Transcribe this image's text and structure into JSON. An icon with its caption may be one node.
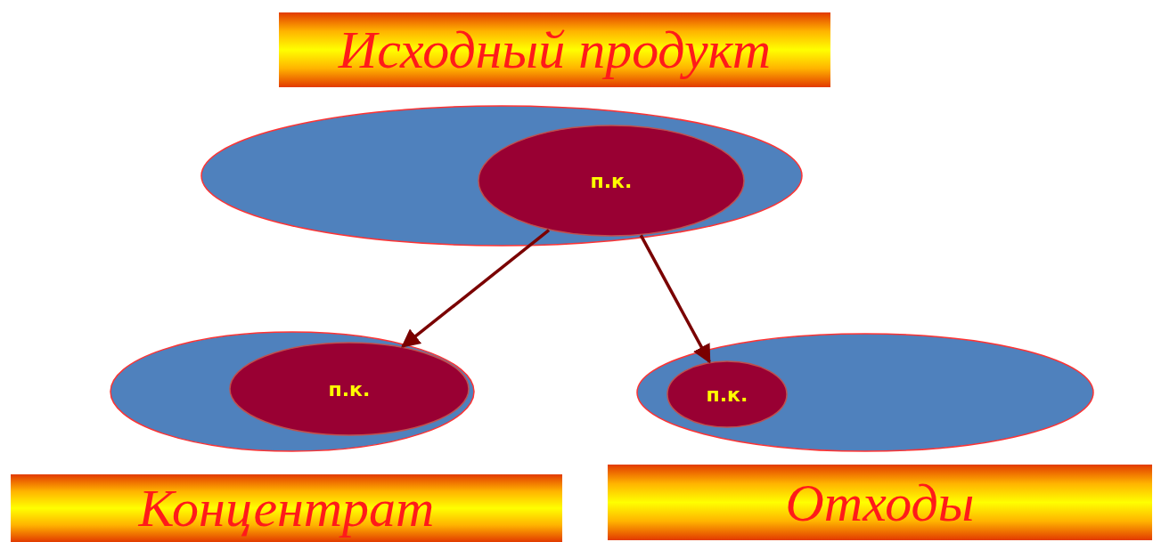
{
  "diagram": {
    "nodes": [
      {
        "text": [
          "Исходный продукт"
        ]
      },
      {
        "text": [],
        "shape": "ellipse"
      },
      {
        "text": [
          "п.к."
        ],
        "in": 1
      },
      {
        "text": [],
        "shape": "ellipse"
      },
      {
        "text": [
          "п.к."
        ],
        "in": 3
      },
      {
        "text": [],
        "shape": "ellipse"
      },
      {
        "text": [
          "п.к."
        ],
        "in": 5
      },
      {
        "text": [
          "Концентрат"
        ]
      },
      {
        "text": [
          "Отходы"
        ]
      }
    ],
    "edges": [
      {
        "from": 2,
        "to": 4,
        "arrow": "to"
      },
      {
        "from": 2,
        "to": 6,
        "arrow": "to"
      }
    ]
  }
}
